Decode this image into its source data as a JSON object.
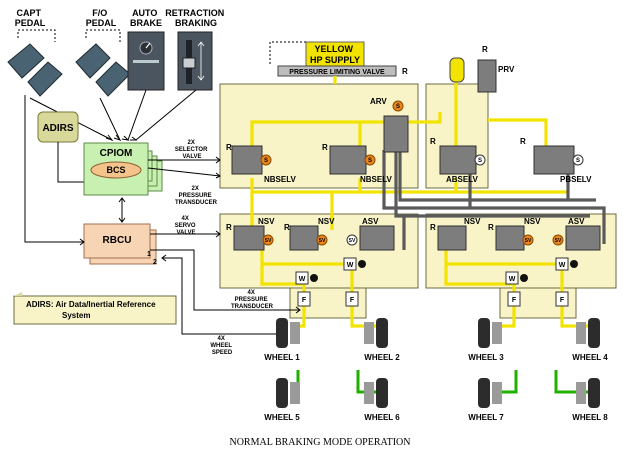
{
  "inputs": {
    "capt_pedal": [
      "CAPT",
      "PEDAL"
    ],
    "fo_pedal": [
      "F/O",
      "PEDAL"
    ],
    "auto_brake": [
      "AUTO",
      "BRAKE"
    ],
    "retraction_braking": [
      "RETRACTION",
      "BRAKING"
    ]
  },
  "supply": {
    "yellow": [
      "YELLOW",
      "HP SUPPLY"
    ],
    "pressure_limiting_valve": "PRESSURE LIMITING VALVE",
    "r": "R"
  },
  "computers": {
    "adirs": "ADIRS",
    "cpiom": "CPIOM",
    "bcs": "BCS",
    "rbcu": "RBCU",
    "rbcu_ch1": "1",
    "rbcu_ch2": "2"
  },
  "signals": {
    "selector": [
      "2X",
      "SELECTOR",
      "VALVE"
    ],
    "ptx_upper": [
      "2X",
      "PRESSURE",
      "TRANSDUCER"
    ],
    "servo": [
      "4X",
      "SERVO",
      "VALVE"
    ],
    "ptx_lower": [
      "4X",
      "PRESSURE",
      "TRANSDUCER"
    ],
    "wheel_speed": [
      "4X",
      "WHEEL",
      "SPEED"
    ]
  },
  "valves": {
    "arv": "ARV",
    "nbselv": "NBSELV",
    "absselv": "ABSELV",
    "pbselv": "PBSELV",
    "nsv": "NSV",
    "asv": "ASV",
    "prv": "PRV",
    "r": "R",
    "s": "S",
    "sv": "SV",
    "w": "W",
    "f": "F"
  },
  "wheels": [
    "WHEEL 1",
    "WHEEL 2",
    "WHEEL 3",
    "WHEEL 4",
    "WHEEL 5",
    "WHEEL 6",
    "WHEEL 7",
    "WHEEL 8"
  ],
  "legend": [
    "ADIRS: Air Data/Inertial Reference",
    "System"
  ],
  "caption": "NORMAL BRAKING MODE OPERATION",
  "colors": {
    "hydraulic": "#f2e400",
    "return": "#5a5a5a",
    "panel": "#f8f4c8",
    "computer": "#c8f0b0",
    "rbcu": "#f7d4b4",
    "bcs": "#f4c38c",
    "adirs": "#d8d89a",
    "green_line": "#22b000"
  }
}
